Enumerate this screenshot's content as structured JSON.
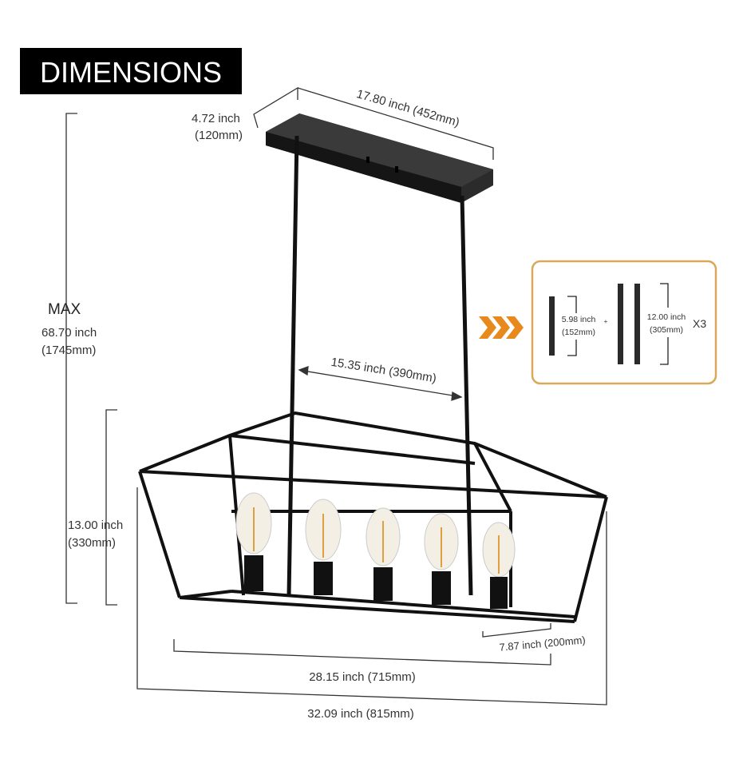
{
  "title": "DIMENSIONS",
  "colors": {
    "accent": "#e8891e",
    "frame": "#1a1a1a",
    "inset_border": "#d9a85a"
  },
  "canopy": {
    "length": "17.80 inch (452mm)",
    "width_in": "4.72 inch",
    "width_mm": "(120mm)"
  },
  "max_height": {
    "label": "MAX",
    "inch": "68.70 inch",
    "mm": "(1745mm)"
  },
  "rod_spacing": "15.35 inch (390mm)",
  "cage_height": {
    "inch": "13.00 inch",
    "mm": "(330mm)"
  },
  "cage_depth": "7.87 inch (200mm)",
  "bottom_length": "28.15 inch (715mm)",
  "top_length": "32.09 inch (815mm)",
  "rods": {
    "short_inch": "5.98 inch",
    "short_mm": "(152mm)",
    "plus": "+",
    "long_inch": "12.00 inch",
    "long_mm": "(305mm)",
    "multiplier": "X3"
  }
}
